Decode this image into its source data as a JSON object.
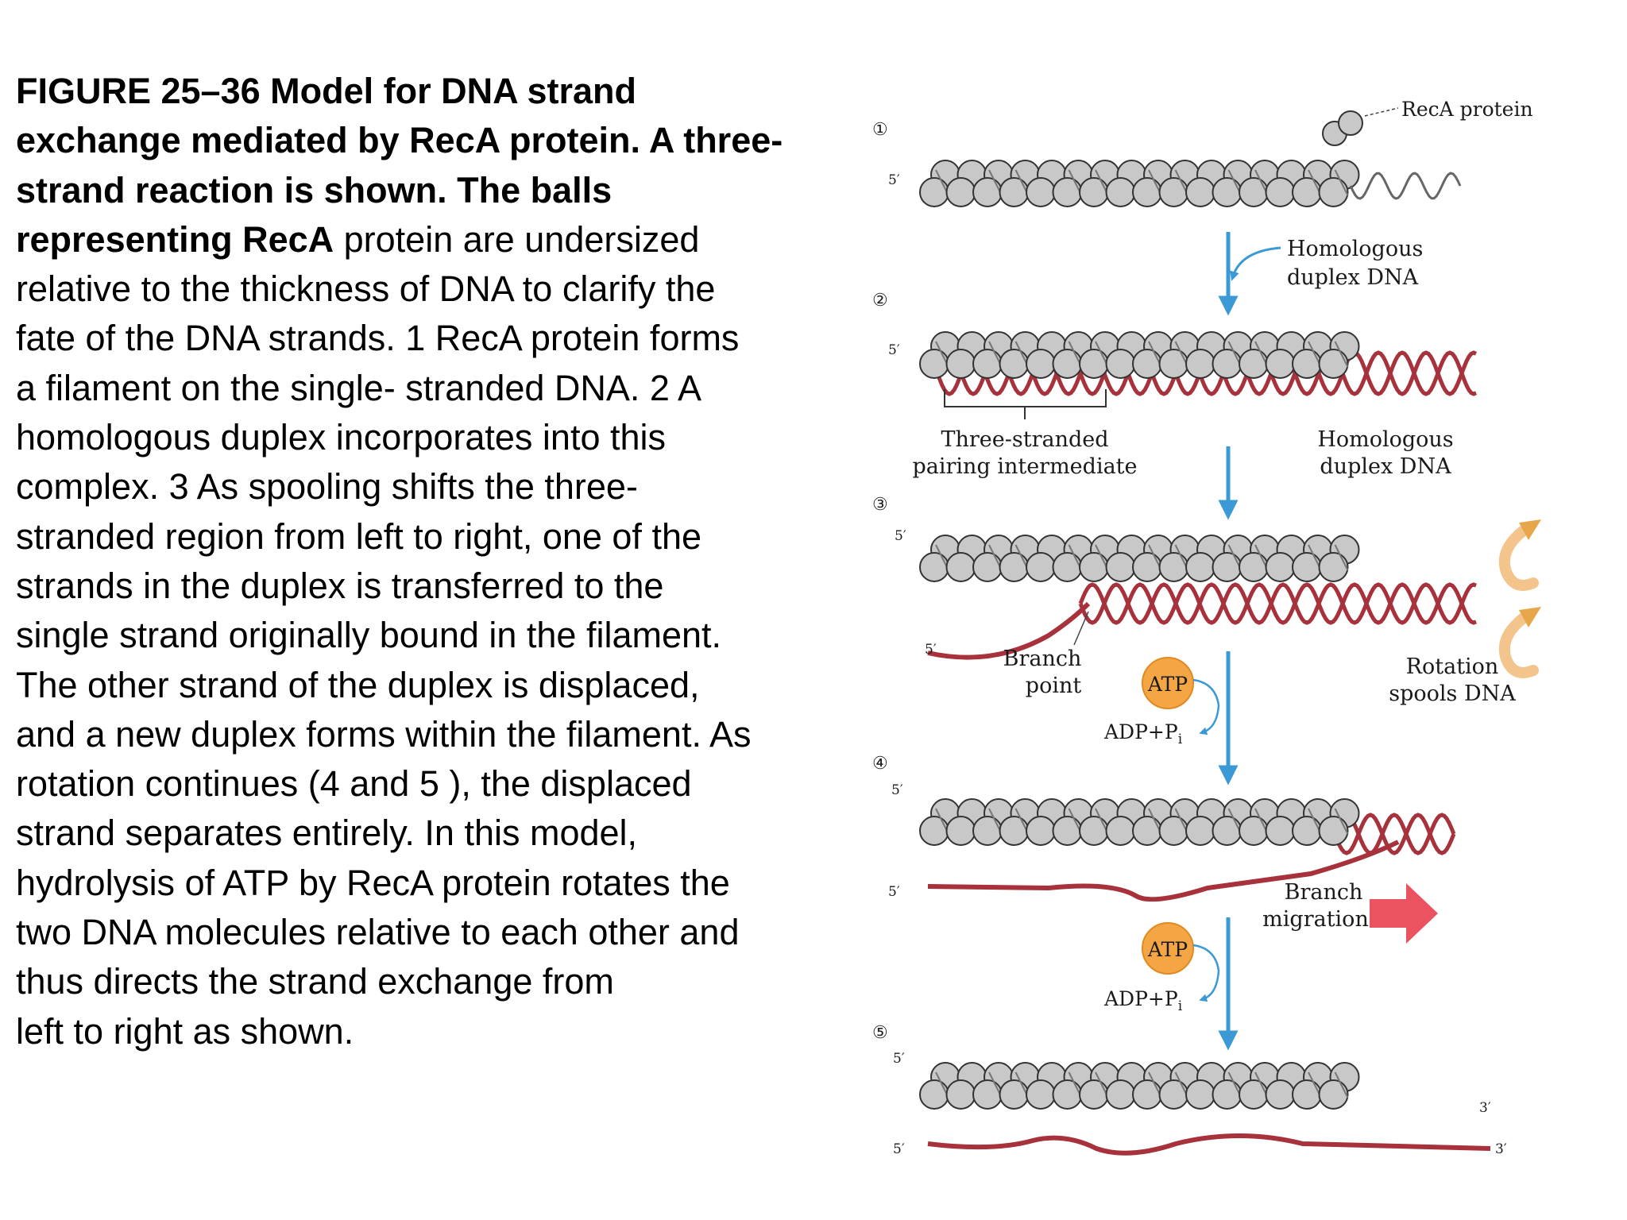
{
  "caption": {
    "bold_lines": [
      "FIGURE 25–36 Model for DNA strand",
      "exchange mediated by RecA protein. A three-",
      "strand reaction is shown. The balls"
    ],
    "mixed_line": {
      "bold": "representing RecA",
      "normal": " protein are undersized"
    },
    "lines": [
      "relative to the thickness of DNA to clarify the",
      "fate of the DNA strands. 1 RecA protein forms",
      "a filament on the single- stranded DNA. 2 A",
      "homologous duplex incorporates into this",
      "complex. 3 As spooling shifts the three-",
      "stranded region from left to right, one of the",
      "strands in the duplex is transferred to the",
      "single strand originally bound in the filament.",
      "The other strand of the duplex is displaced,",
      "and a new duplex forms within the filament. As",
      "rotation continues (4 and 5 ), the displaced",
      "strand separates entirely. In this model,",
      "hydrolysis of ATP by RecA protein rotates the",
      "two DNA molecules relative to each other and",
      "thus directs the strand exchange from",
      "left to right as shown."
    ]
  },
  "figure": {
    "steps": [
      "①",
      "②",
      "③",
      "④",
      "⑤"
    ],
    "five_prime": "5′",
    "three_prime": "3′",
    "reca_protein": "RecA protein",
    "homologous_duplex_1": [
      "Homologous",
      "duplex DNA"
    ],
    "three_stranded": [
      "Three-stranded",
      "pairing intermediate"
    ],
    "homologous_duplex_2": [
      "Homologous",
      "duplex DNA"
    ],
    "branch_point": [
      "Branch",
      "point"
    ],
    "rotation": [
      "Rotation",
      "spools DNA"
    ],
    "atp": "ATP",
    "adp": "ADP+P",
    "adp_sub": "i",
    "branch_migration": [
      "Branch",
      "migration"
    ]
  },
  "colors": {
    "ball_fill": "#c8c8c8",
    "ball_stroke": "#333333",
    "dna_red": "#a8323c",
    "arrow_blue": "#3b9ad6",
    "atp_orange": "#f5a644",
    "migration_red": "#e8404e",
    "rotation_tan": "#f3c58c"
  }
}
